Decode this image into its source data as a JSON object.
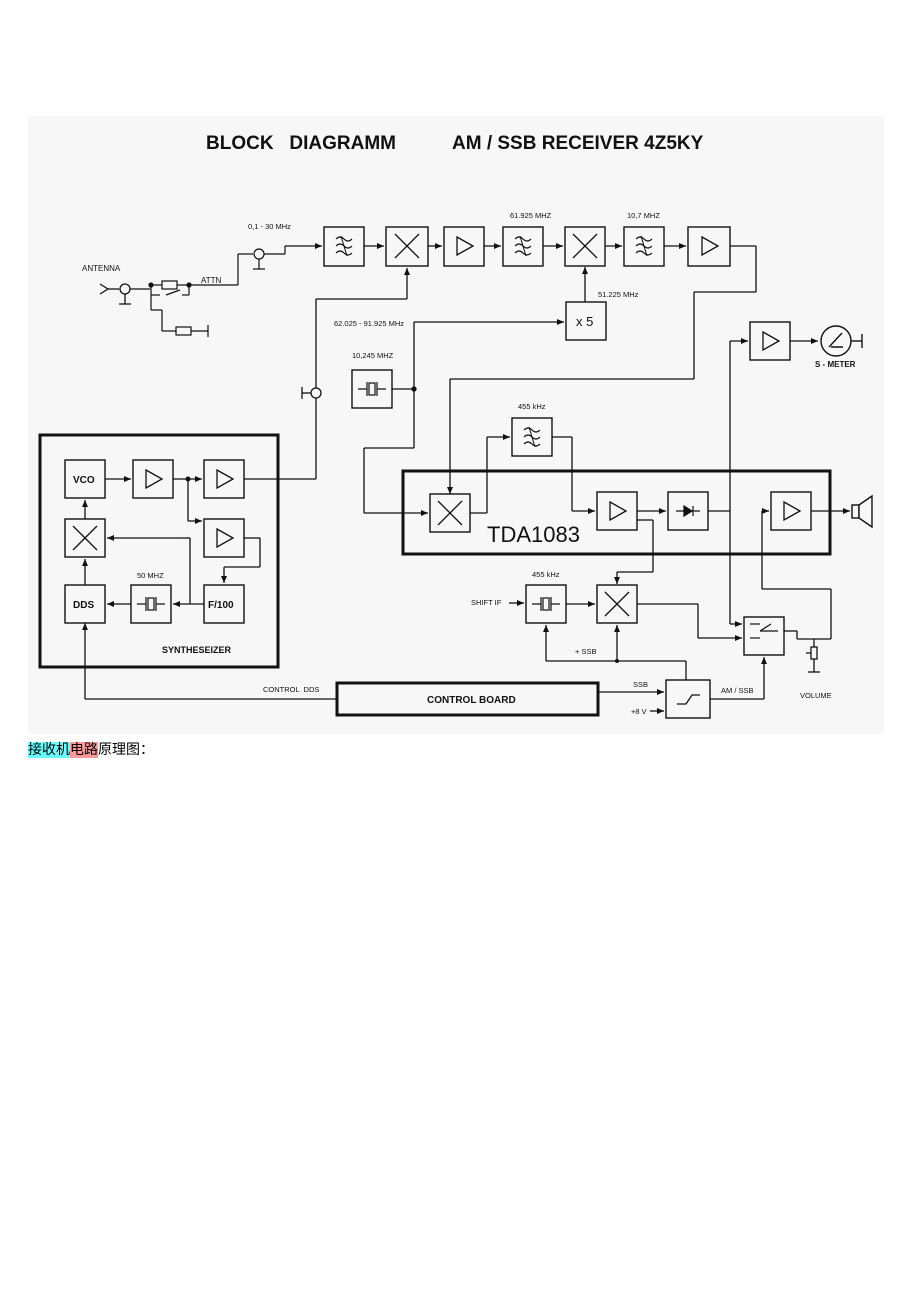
{
  "diagram": {
    "title_left": "BLOCK   DIAGRAMM",
    "title_right": "AM / SSB RECEIVER 4Z5KY",
    "labels": {
      "antenna": "ANTENNA",
      "attn": "ATTN",
      "rf_range": "0,1 - 30 MHz",
      "if1_freq": "61.925 MHZ",
      "if2_freq": "10,7 MHZ",
      "lo2_freq": "51.225 MHz",
      "lo1_range": "62.025 - 91.925 MHz",
      "xtal_freq": "10,245 MHZ",
      "multiplier": "x 5",
      "filter_455": "455 kHz",
      "tda": "TDA1083",
      "s_meter": "S - METER",
      "vco": "VCO",
      "dds": "DDS",
      "f100": "F/100",
      "ref_freq": "50 MHZ",
      "synth": "SYNTHESEIZER",
      "shift_if": "SHIFT IF",
      "ssb_filter": "455 kHz",
      "plus_ssb": "+ SSB",
      "ssb": "SSB",
      "plus_8v": "+8 V",
      "am_ssb": "AM / SSB",
      "volume": "VOLUME",
      "control_dds": "CONTROL  DDS",
      "control_board": "CONTROL BOARD"
    }
  },
  "caption": {
    "part1": "接收机",
    "part2": "电路",
    "part3": "原理图："
  }
}
